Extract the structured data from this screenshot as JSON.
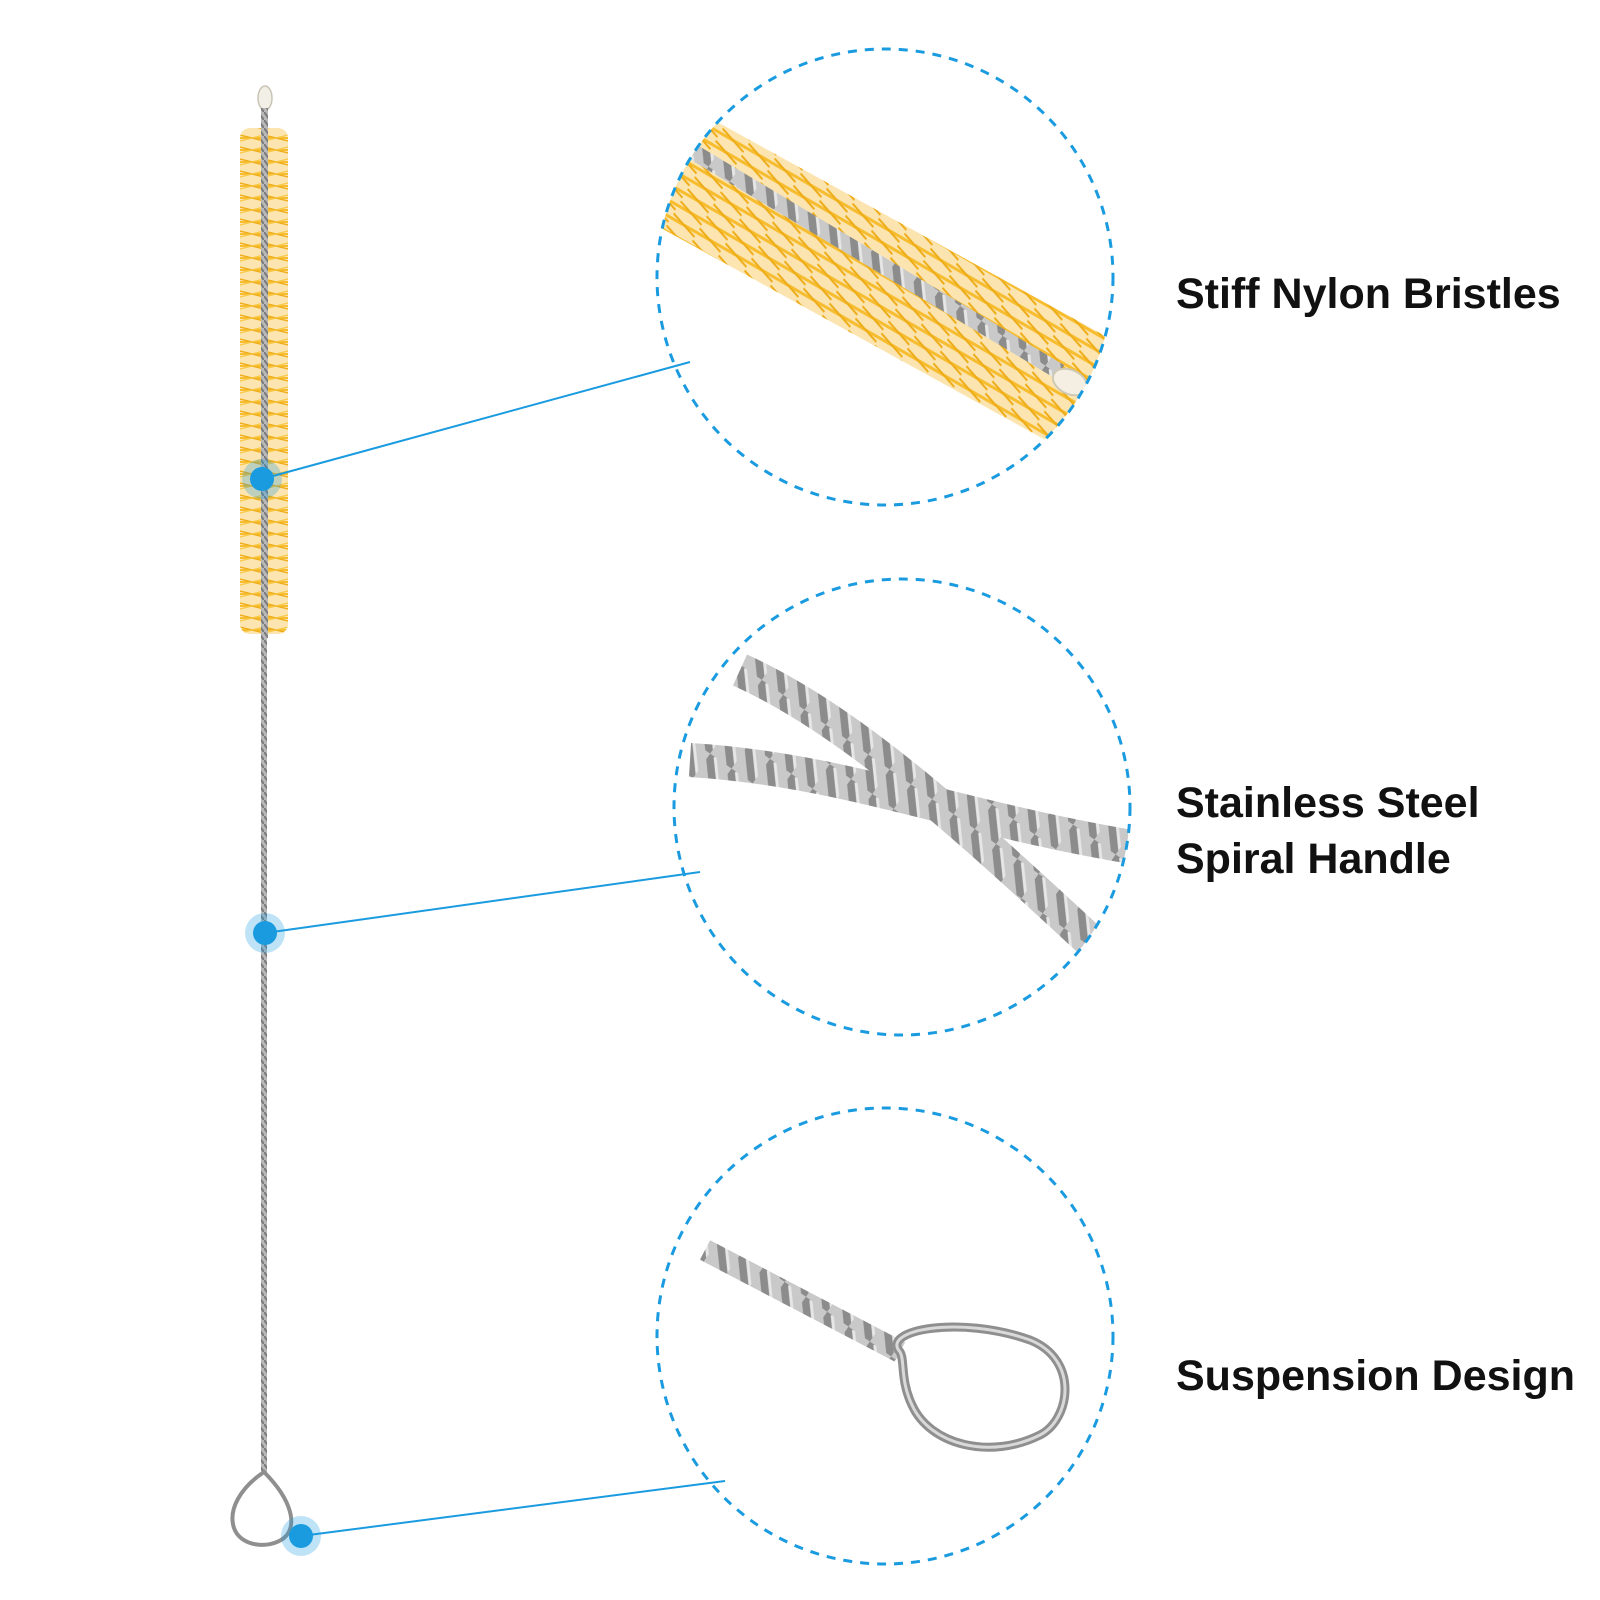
{
  "colors": {
    "accent": "#1a9be0",
    "bristle": "#f5b41e",
    "steel": "#9a9a9a",
    "text": "#111111",
    "background": "#ffffff"
  },
  "features": [
    {
      "icon": "bristle-detail-icon",
      "lines": [
        "Stiff Nylon Bristles"
      ]
    },
    {
      "icon": "spiral-handle-detail-icon",
      "lines": [
        "Stainless Steel",
        "Spiral Handle"
      ]
    },
    {
      "icon": "hanging-loop-detail-icon",
      "lines": [
        "Suspension Design"
      ]
    }
  ]
}
